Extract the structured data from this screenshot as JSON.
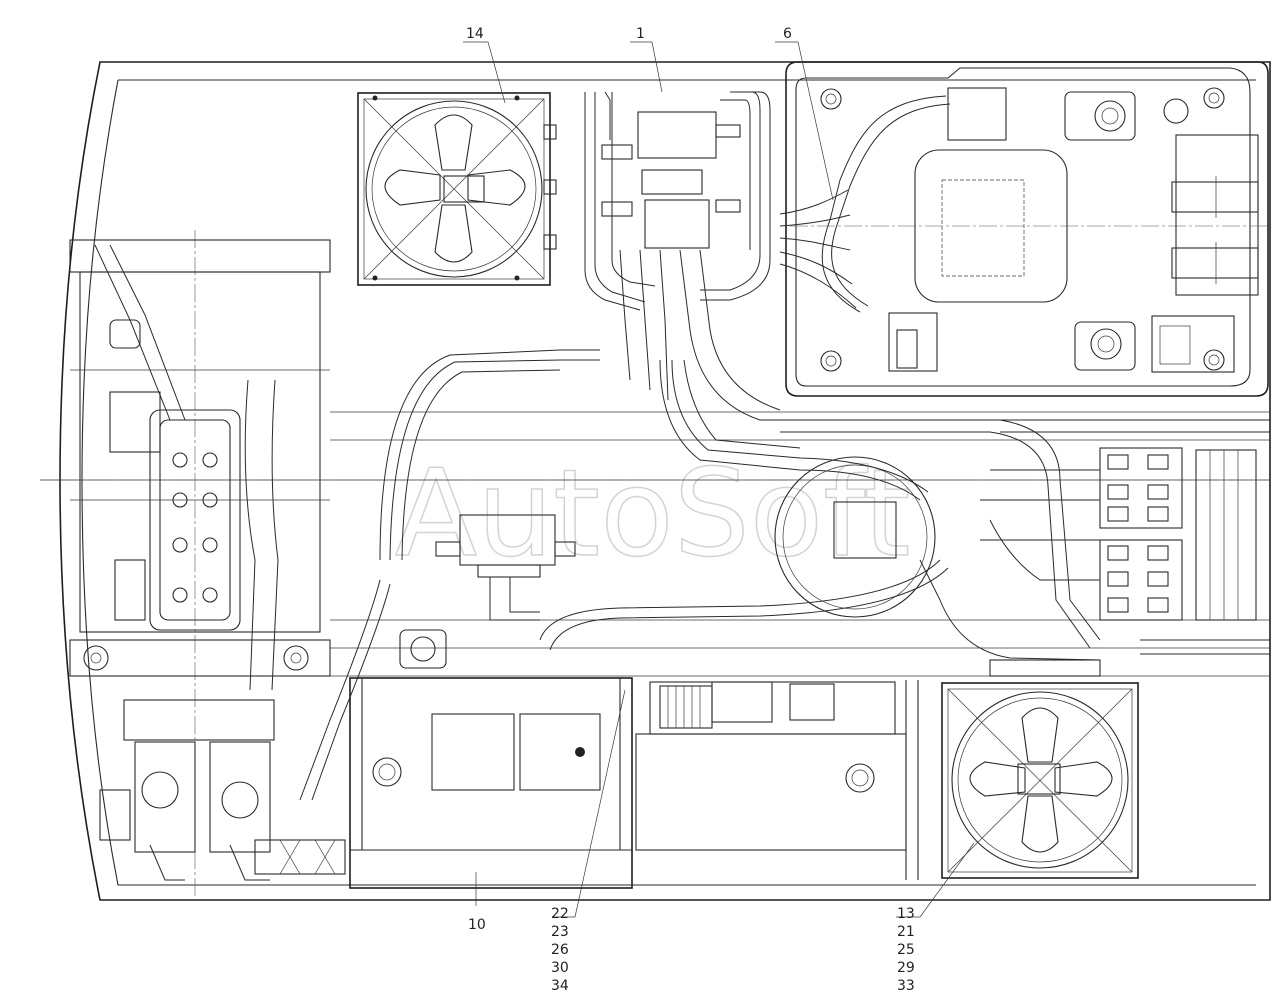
{
  "watermark": "AutoSoft",
  "callouts": {
    "c14": "14",
    "c1": "1",
    "c6": "6",
    "c10": "10",
    "group_a": [
      "22",
      "23",
      "26",
      "30",
      "34"
    ],
    "group_b": [
      "13",
      "21",
      "25",
      "29",
      "33"
    ]
  }
}
